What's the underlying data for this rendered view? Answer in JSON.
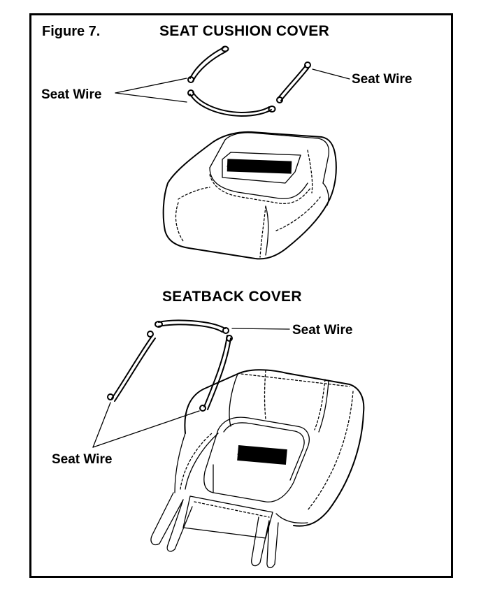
{
  "figure": {
    "number": "Figure 7.",
    "cushion": {
      "title": "SEAT CUSHION COVER",
      "wire_label_left": "Seat Wire",
      "wire_label_right": "Seat Wire"
    },
    "seatback": {
      "title": "SEATBACK COVER",
      "wire_label_top": "Seat Wire",
      "wire_label_bottom": "Seat Wire"
    }
  }
}
